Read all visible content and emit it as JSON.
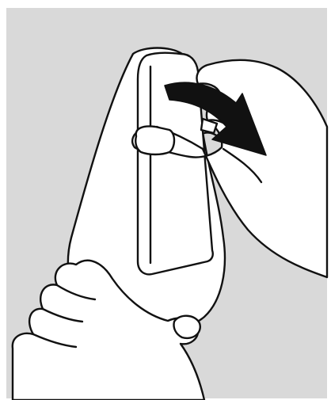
{
  "illustration": {
    "background_color": "#d9d9d9",
    "frame_color": "#ffffff",
    "line_color": "#111111",
    "fill_color": "#ffffff",
    "arrow_color": "#111111",
    "subjects": [
      "device",
      "left-hand",
      "right-hand",
      "rotation-arrow"
    ],
    "arrow_direction": "clockwise"
  }
}
